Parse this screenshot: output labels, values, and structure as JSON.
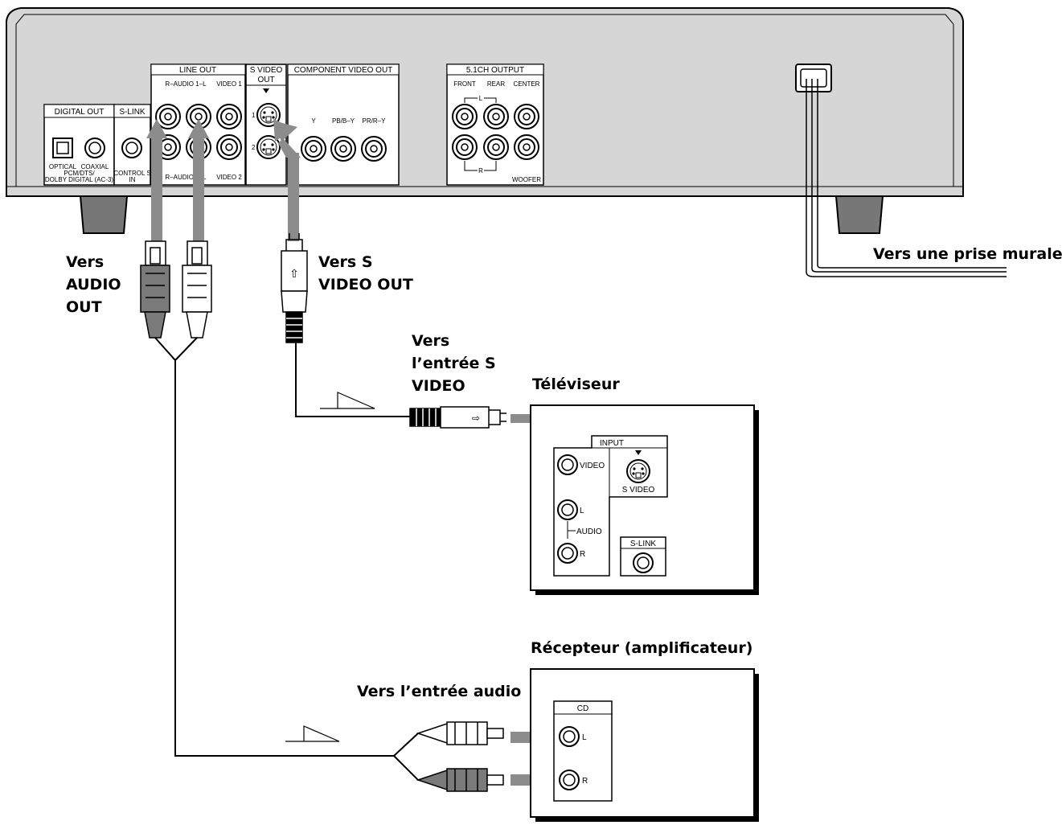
{
  "player": {
    "line_out": "LINE OUT",
    "audio1": "R–AUDIO 1–L",
    "video1": "VIDEO 1",
    "audio2": "R–AUDIO 2–L",
    "video2": "VIDEO 2",
    "s_video_out_1": "S VIDEO",
    "s_video_out_2": "OUT",
    "sv_num1": "1",
    "sv_num2": "2",
    "component_video_out": "COMPONENT VIDEO OUT",
    "comp_y": "Y",
    "comp_pb": "PB/B–Y",
    "comp_pr": "PR/R–Y",
    "out51": "5.1CH OUTPUT",
    "front": "FRONT",
    "rear": "REAR",
    "center": "CENTER",
    "l": "L",
    "r": "R",
    "woofer": "WOOFER",
    "digital_out": "DIGITAL OUT",
    "optical": "OPTICAL",
    "coaxial": "COAXIAL",
    "pcm": "PCM/DTS/",
    "dolby": "DOLBY DIGITAL (AC-3)",
    "slink": "S-LINK",
    "control_s": "CONTROL S",
    "in": "IN"
  },
  "labels": {
    "vers_audio_1": "Vers",
    "vers_audio_2": "AUDIO",
    "vers_audio_3": "OUT",
    "vers_svideo_1": "Vers S",
    "vers_svideo_2": "VIDEO OUT",
    "wall": "Vers une prise murale",
    "entree_s_1": "Vers",
    "entree_s_2": "l’entrée S",
    "entree_s_3": "VIDEO",
    "entree_audio": "Vers l’entrée audio"
  },
  "tv": {
    "title": "Téléviseur",
    "input": "INPUT",
    "video": "VIDEO",
    "svideo": "S VIDEO",
    "l": "L",
    "audio": "AUDIO",
    "r": "R",
    "slink": "S-LINK"
  },
  "receiver": {
    "title": "Récepteur (amplificateur)",
    "cd": "CD",
    "l": "L",
    "r": "R"
  }
}
